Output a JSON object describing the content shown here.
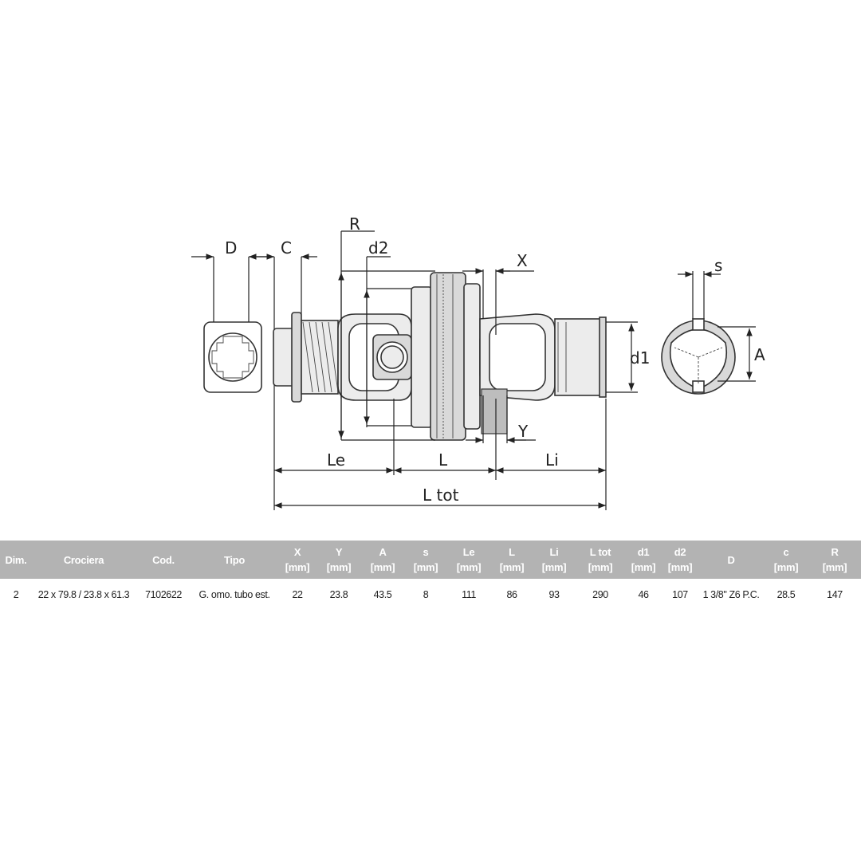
{
  "drawing": {
    "labels": {
      "D": "D",
      "C": "C",
      "R": "R",
      "d2": "d2",
      "X": "X",
      "Y": "Y",
      "d1": "d1",
      "s": "s",
      "A": "A",
      "Le": "Le",
      "L": "L",
      "Li": "Li",
      "Ltot": "L tot"
    }
  },
  "table": {
    "headers": [
      {
        "label": "Dim.",
        "unit": ""
      },
      {
        "label": "Crociera",
        "unit": ""
      },
      {
        "label": "Cod.",
        "unit": ""
      },
      {
        "label": "Tipo",
        "unit": ""
      },
      {
        "label": "X",
        "unit": "[mm]"
      },
      {
        "label": "Y",
        "unit": "[mm]"
      },
      {
        "label": "A",
        "unit": "[mm]"
      },
      {
        "label": "s",
        "unit": "[mm]"
      },
      {
        "label": "Le",
        "unit": "[mm]"
      },
      {
        "label": "L",
        "unit": "[mm]"
      },
      {
        "label": "Li",
        "unit": "[mm]"
      },
      {
        "label": "L tot",
        "unit": "[mm]"
      },
      {
        "label": "d1",
        "unit": "[mm]"
      },
      {
        "label": "d2",
        "unit": "[mm]"
      },
      {
        "label": "D",
        "unit": ""
      },
      {
        "label": "c",
        "unit": "[mm]"
      },
      {
        "label": "R",
        "unit": "[mm]"
      }
    ],
    "row": [
      "2",
      "22 x 79.8 / 23.8 x 61.3",
      "7102622",
      "G. omo. tubo est.",
      "22",
      "23.8",
      "43.5",
      "8",
      "111",
      "86",
      "93",
      "290",
      "46",
      "107",
      "1 3/8\" Z6 P.C.",
      "28.5",
      "147"
    ]
  }
}
